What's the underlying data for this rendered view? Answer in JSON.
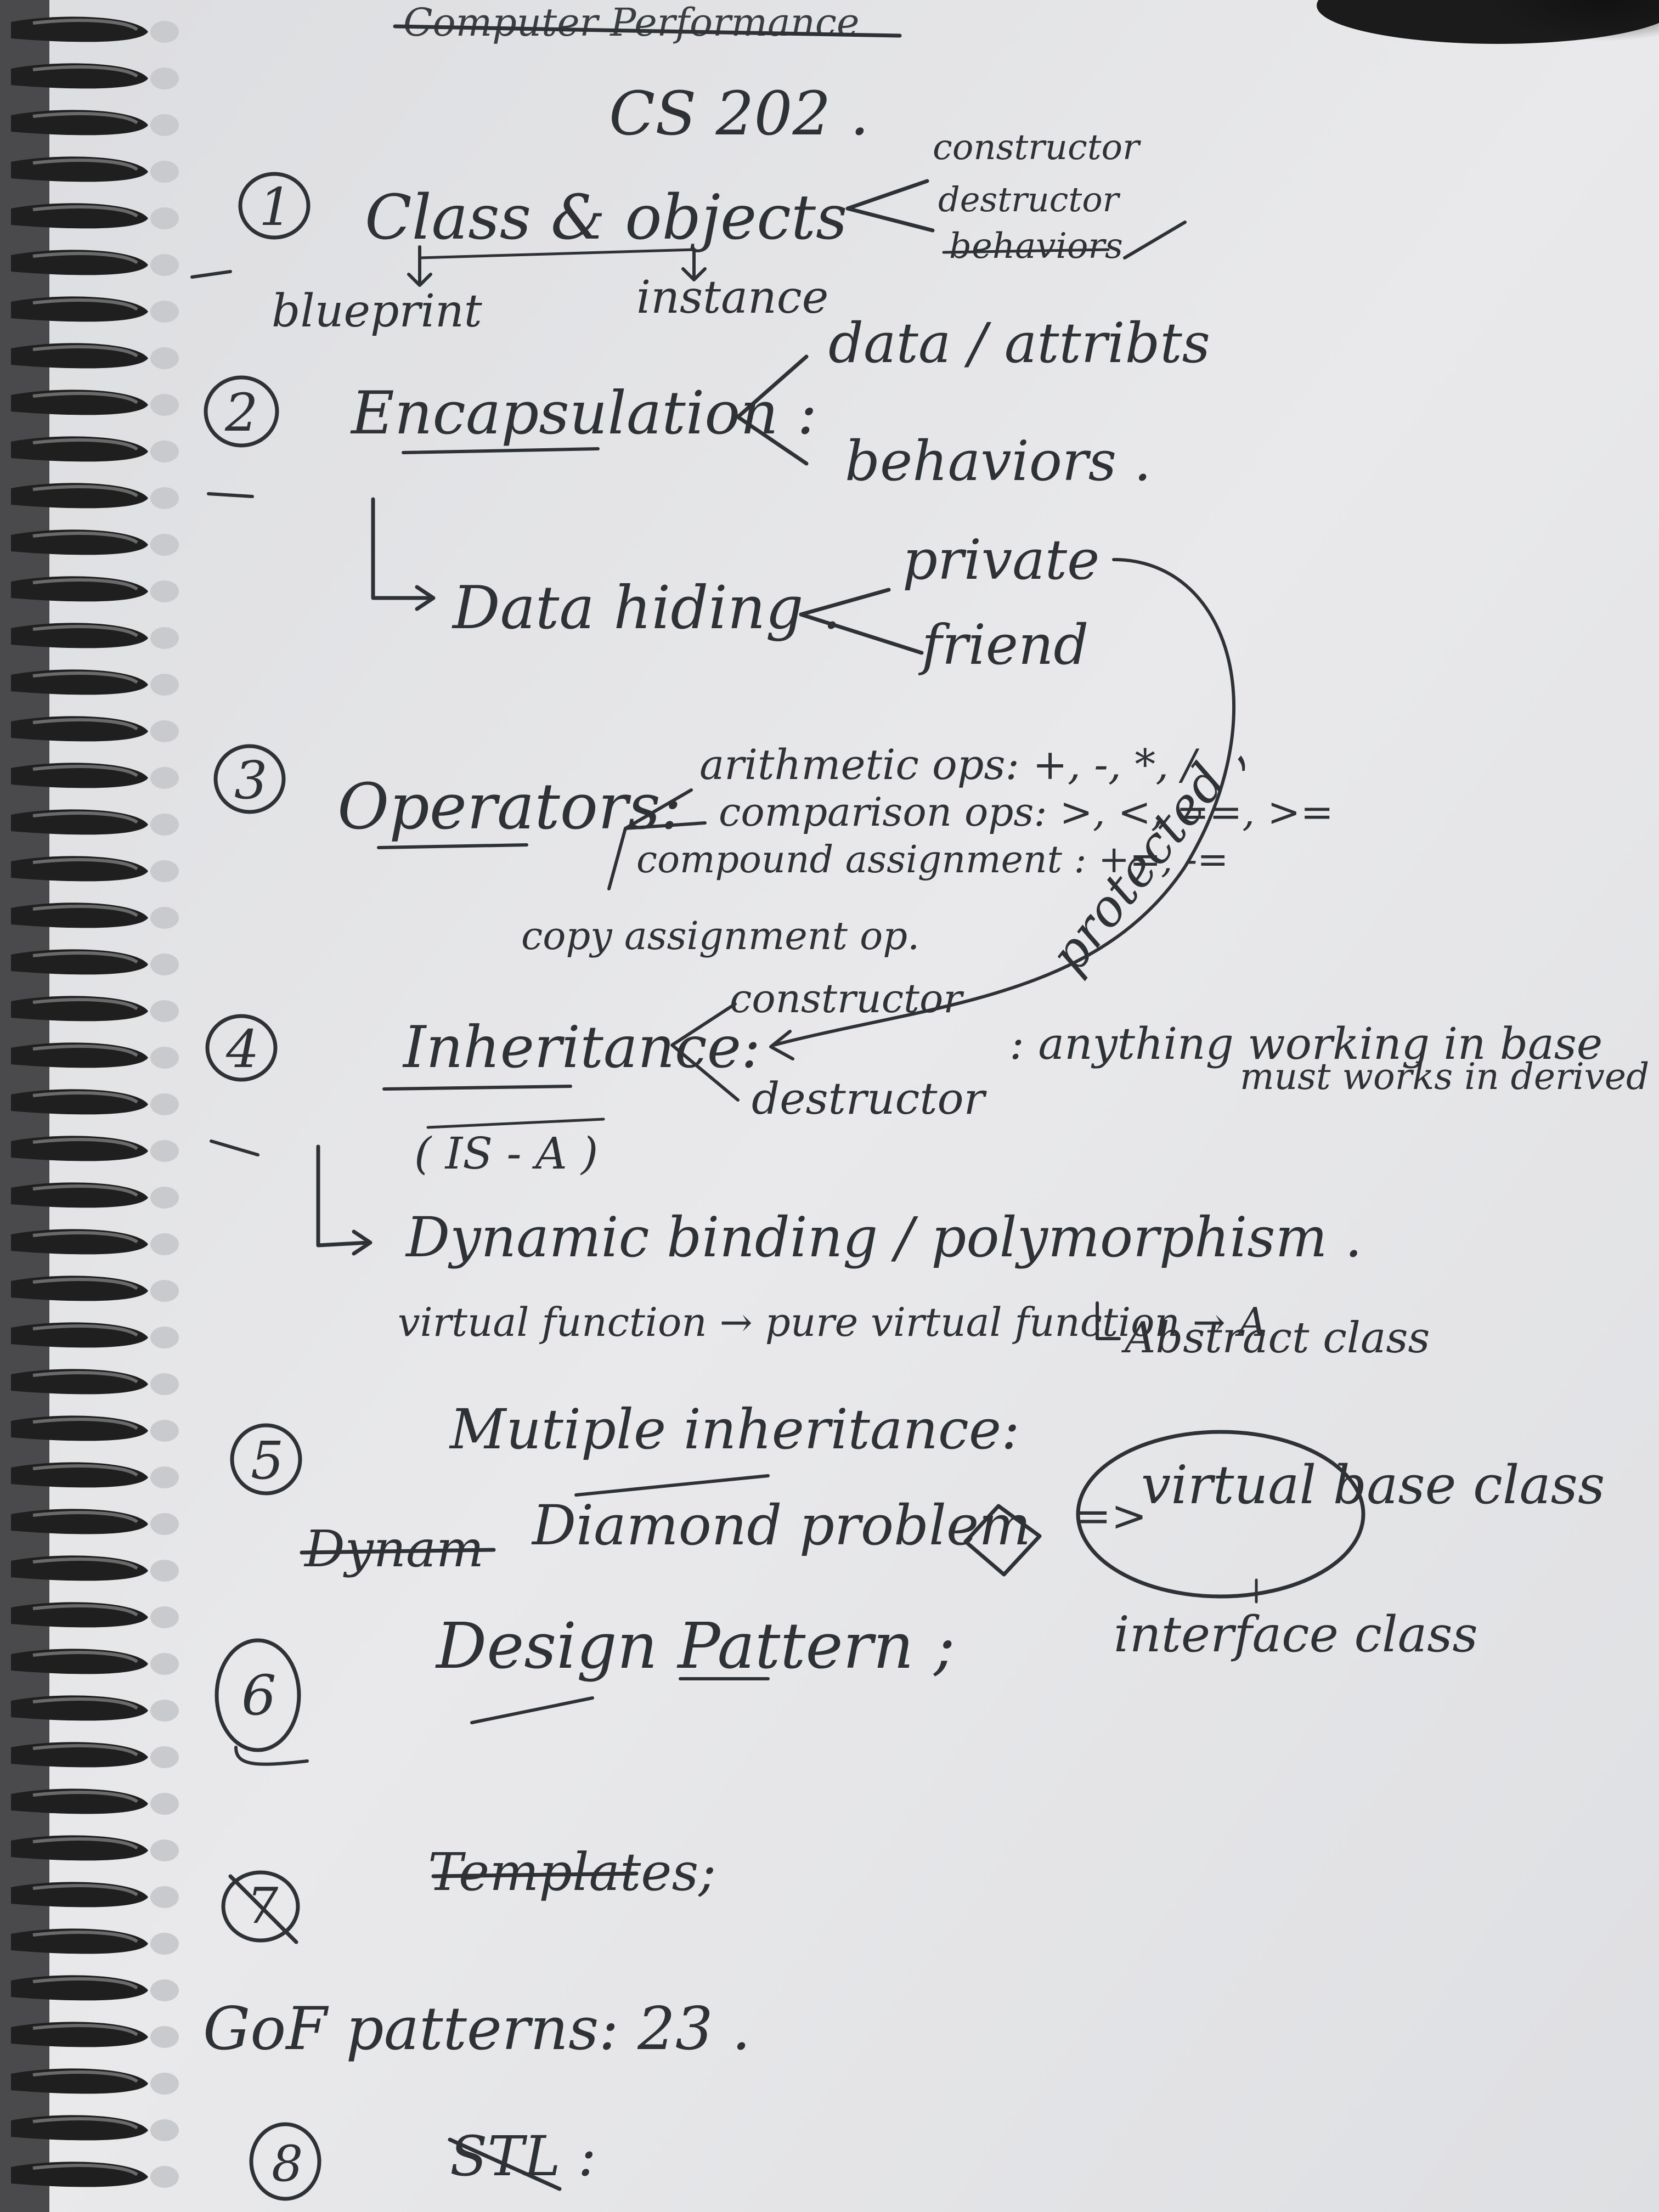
{
  "notebook": {
    "crossed_title": "Computer Performance",
    "course": "CS 202 .",
    "sections": {
      "classes": {
        "number": "1",
        "title": "Class & objects",
        "sub_left": "blueprint",
        "sub_right": "instance",
        "side_items": [
          "constructor",
          "destructor",
          "behaviors"
        ]
      },
      "encapsulation": {
        "number": "2",
        "title": "Encapsulation :",
        "branches": [
          "data / attribts",
          "behaviors ."
        ],
        "sub_title": "Data hiding .",
        "sub_branches": [
          "private",
          "friend"
        ]
      },
      "operators": {
        "number": "3",
        "title": "Operators:",
        "items": [
          "arithmetic ops: +, -, *, /",
          "comparison ops: >, <, ==, >=",
          "compound assignment : +=, -=",
          "copy assignment op."
        ],
        "protected_label": "protected ,"
      },
      "inheritance": {
        "number": "4",
        "title": "Inheritance:",
        "is_a": "( IS - A )",
        "branches": [
          "constructor",
          "destructor"
        ],
        "note_line1": ": anything working in base",
        "note_line2": "must works in derived",
        "dynamic": "Dynamic binding / polymorphism .",
        "virtual": "virtual function → pure virtual function → A",
        "abstract": "Abstract class"
      },
      "multiple": {
        "number": "5",
        "title": "Mutiple inheritance:",
        "struck_word": "Dynam",
        "diamond": "Diamond problem",
        "equals": "=>",
        "virtual_base": "virtual base class",
        "interface": "interface class"
      },
      "design": {
        "number": "6",
        "title": "Design Pattern ;"
      },
      "templates": {
        "number": "7",
        "title": "Templates;",
        "gof": "GoF patterns: 23 ."
      },
      "stl": {
        "number": "8",
        "title": "STL :"
      }
    },
    "colors": {
      "paper": "#e6e6e8",
      "ink": "#2e3136",
      "spiral": "#1f1f1f"
    }
  }
}
